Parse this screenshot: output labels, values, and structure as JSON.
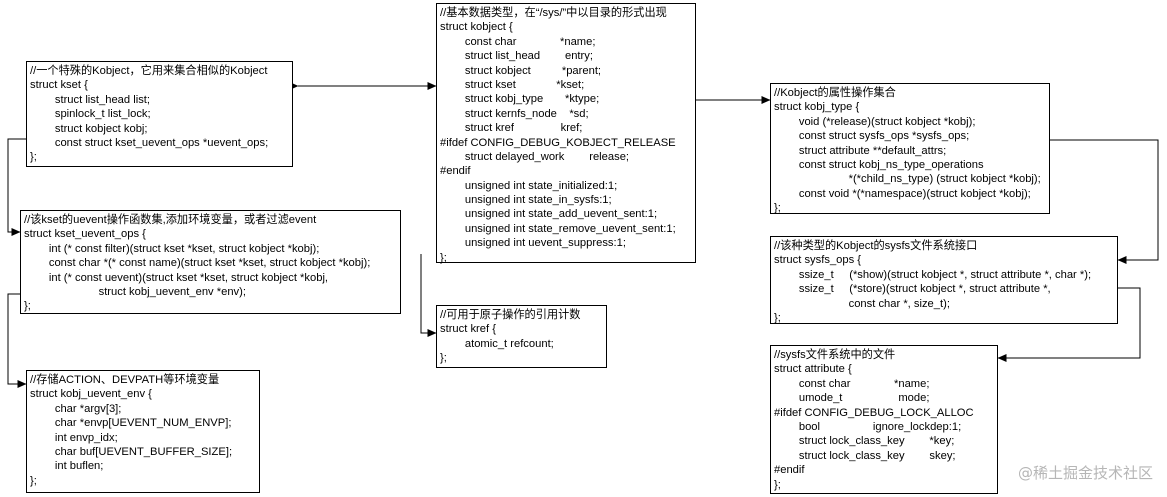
{
  "boxes": {
    "kobject": {
      "lines": [
        "//基本数据类型，在“/sys/”中以目录的形式出现",
        "struct kobject {",
        "        const char              *name;",
        "        struct list_head        entry;",
        "        struct kobject          *parent;",
        "        struct kset             *kset;",
        "        struct kobj_type       *ktype;",
        "        struct kernfs_node    *sd;",
        "        struct kref               kref;",
        "#ifdef CONFIG_DEBUG_KOBJECT_RELEASE",
        "        struct delayed_work        release;",
        "#endif",
        "        unsigned int state_initialized:1;",
        "        unsigned int state_in_sysfs:1;",
        "        unsigned int state_add_uevent_sent:1;",
        "        unsigned int state_remove_uevent_sent:1;",
        "        unsigned int uevent_suppress:1;",
        "};"
      ]
    },
    "kset": {
      "lines": [
        "//一个特殊的Kobject，它用来集合相似的Kobject",
        "struct kset {",
        "        struct list_head list;",
        "        spinlock_t list_lock;",
        "        struct kobject kobj;",
        "        const struct kset_uevent_ops *uevent_ops;",
        "};"
      ]
    },
    "kset_uevent_ops": {
      "lines": [
        "//该kset的uevent操作函数集,添加环境变量，或者过滤event",
        "struct kset_uevent_ops {",
        "        int (* const filter)(struct kset *kset, struct kobject *kobj);",
        "        const char *(* const name)(struct kset *kset, struct kobject *kobj);",
        "        int (* const uevent)(struct kset *kset, struct kobject *kobj,",
        "                        struct kobj_uevent_env *env);",
        "};"
      ]
    },
    "kobj_uevent_env": {
      "lines": [
        "//存储ACTION、DEVPATH等环境变量",
        "struct kobj_uevent_env {",
        "        char *argv[3];",
        "        char *envp[UEVENT_NUM_ENVP];",
        "        int envp_idx;",
        "        char buf[UEVENT_BUFFER_SIZE];",
        "        int buflen;",
        "};"
      ]
    },
    "kref": {
      "lines": [
        "//可用于原子操作的引用计数",
        "struct kref {",
        "        atomic_t refcount;",
        "};"
      ]
    },
    "kobj_type": {
      "lines": [
        "//Kobject的属性操作集合",
        "struct kobj_type {",
        "        void (*release)(struct kobject *kobj);",
        "        const struct sysfs_ops *sysfs_ops;",
        "        struct attribute **default_attrs;",
        "        const struct kobj_ns_type_operations",
        "                        *(*child_ns_type) (struct kobject *kobj);",
        "        const void *(*namespace)(struct kobject *kobj);",
        "};"
      ]
    },
    "sysfs_ops": {
      "lines": [
        "//该种类型的Kobject的sysfs文件系统接口",
        "struct sysfs_ops {",
        "        ssize_t     (*show)(struct kobject *, struct attribute *, char *);",
        "        ssize_t     (*store)(struct kobject *, struct attribute *,",
        "                        const char *, size_t);",
        "};"
      ]
    },
    "attribute": {
      "lines": [
        "//sysfs文件系统中的文件",
        "struct attribute {",
        "        const char              *name;",
        "        umode_t                  mode;",
        "#ifdef CONFIG_DEBUG_LOCK_ALLOC",
        "        bool                 ignore_lockdep:1;",
        "        struct lock_class_key        *key;",
        "        struct lock_class_key        skey;",
        "#endif",
        "};"
      ]
    }
  },
  "watermark": "@稀土掘金技术社区",
  "colors": {
    "line": "#000000",
    "watermark": "#b6b6b6"
  }
}
